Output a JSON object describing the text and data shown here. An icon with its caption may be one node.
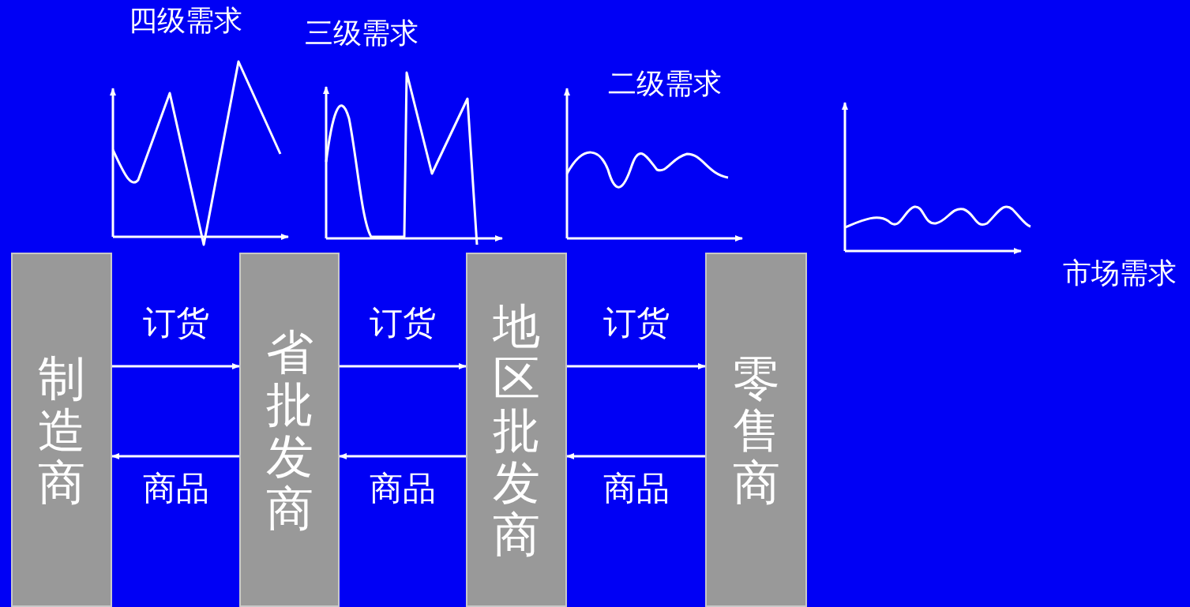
{
  "diagram": {
    "nodes": [
      {
        "text": [
          "制造商"
        ]
      },
      {
        "text": [
          "省批发商"
        ]
      },
      {
        "text": [
          "地区批发商"
        ]
      },
      {
        "text": [
          "零售商"
        ]
      }
    ],
    "edges": [
      {
        "from": 0,
        "to": 1,
        "arrow": "to",
        "label": "订货"
      },
      {
        "from": 1,
        "to": 0,
        "arrow": "to",
        "label": "商品"
      },
      {
        "from": 1,
        "to": 2,
        "arrow": "to",
        "label": "订货"
      },
      {
        "from": 2,
        "to": 1,
        "arrow": "to",
        "label": "商品"
      },
      {
        "from": 2,
        "to": 3,
        "arrow": "to",
        "label": "订货"
      },
      {
        "from": 3,
        "to": 2,
        "arrow": "to",
        "label": "商品"
      }
    ],
    "labels": [
      "四级需求",
      "三级需求",
      "二级需求",
      "市场需求"
    ]
  }
}
